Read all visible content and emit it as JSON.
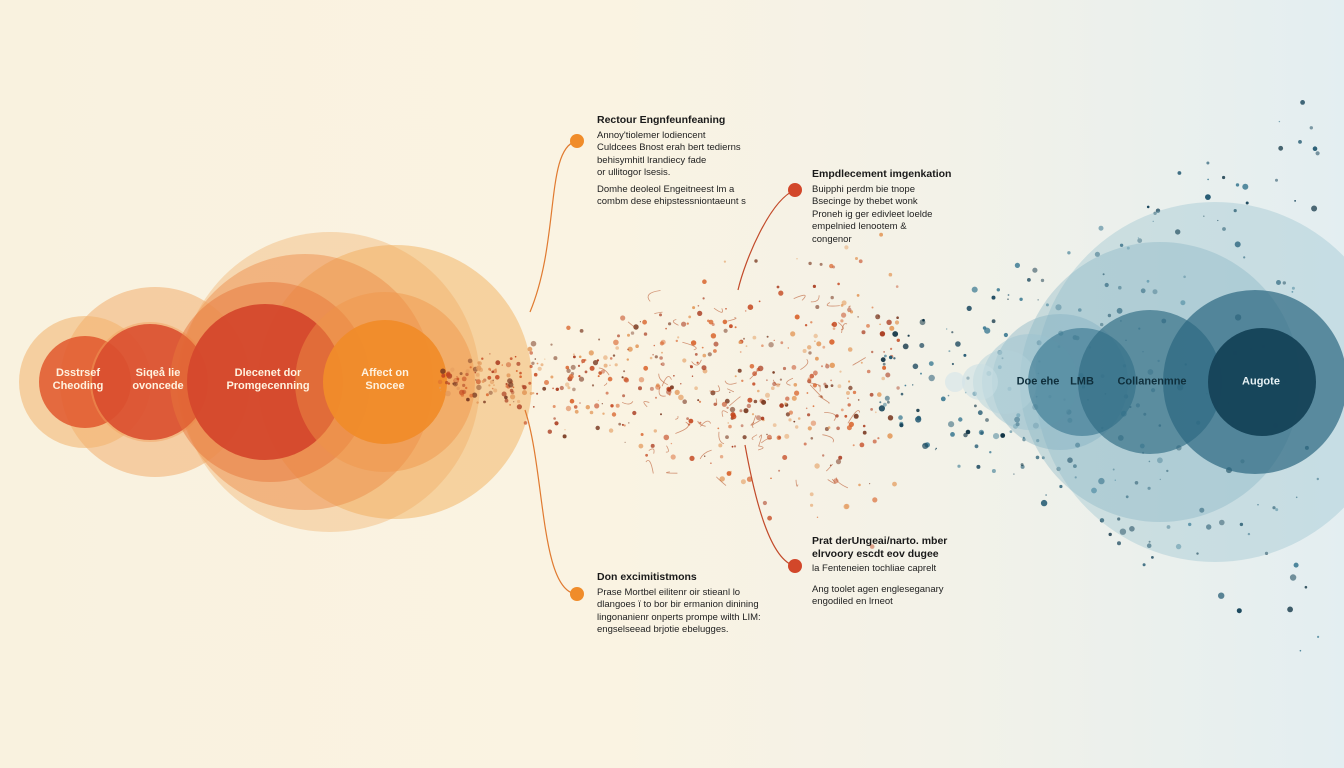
{
  "colors": {
    "warm_dark": "#d5482c",
    "warm_mid": "#e8753a",
    "warm_light": "#f3b66a",
    "accent_orange": "#f08c2a",
    "teal_dark": "#16445a",
    "teal_mid": "#3c7a92",
    "teal_light": "#8fbccb",
    "callout_dot_red": "#d2472a",
    "callout_dot_orange": "#f08c2a"
  },
  "warm_circles": [
    {
      "label": "Dsstrsef\nCheoding"
    },
    {
      "label": "Siqeå lie\novoncede"
    },
    {
      "label": "Dlecenet dor\nPromgecenning"
    },
    {
      "label": "Affect on\nSnocee"
    }
  ],
  "cool_circles": [
    {
      "label": "Doe ehe"
    },
    {
      "label": "LMB"
    },
    {
      "label": "Collanenmne"
    },
    {
      "label": "Augote"
    }
  ],
  "callouts": [
    {
      "title": "Rectour Engnfeunfeaning",
      "lines": [
        "Annoy'tiolemer lodiencent",
        "Culdcees Bnost erah bert tedierns",
        "behisymhitl lrandiecy fade",
        "or ullitogor lsesis.",
        "Domhe deoleol Engeitneest lm a",
        "combm dese ehipstessniontaeunt s"
      ]
    },
    {
      "title": "Empdlecement imgenkation",
      "lines": [
        "Buipphi perdm bie tnope",
        "Bsecinge by thebet wonk",
        "Proneh ig ger edivleet loelde",
        "empelnied lenootem &",
        "congenor"
      ]
    },
    {
      "title": "Don excimitistmons",
      "lines": [
        "Prase Mortbel eilitenr oir stieanl lo",
        "dlangoes ï to bor bir ermanion dinining",
        "lingonanienr onperts prompe wilth LIM:",
        "engselseead brjotie ebelugges."
      ]
    },
    {
      "title": "Prat derUngeai/narto. mber",
      "lines": [
        "elrvoory escdt eov dugee",
        "la Fenteneien tochliae caprelt",
        "Ang toolet agen engleseganary",
        "engodiled en lrneot"
      ]
    }
  ]
}
